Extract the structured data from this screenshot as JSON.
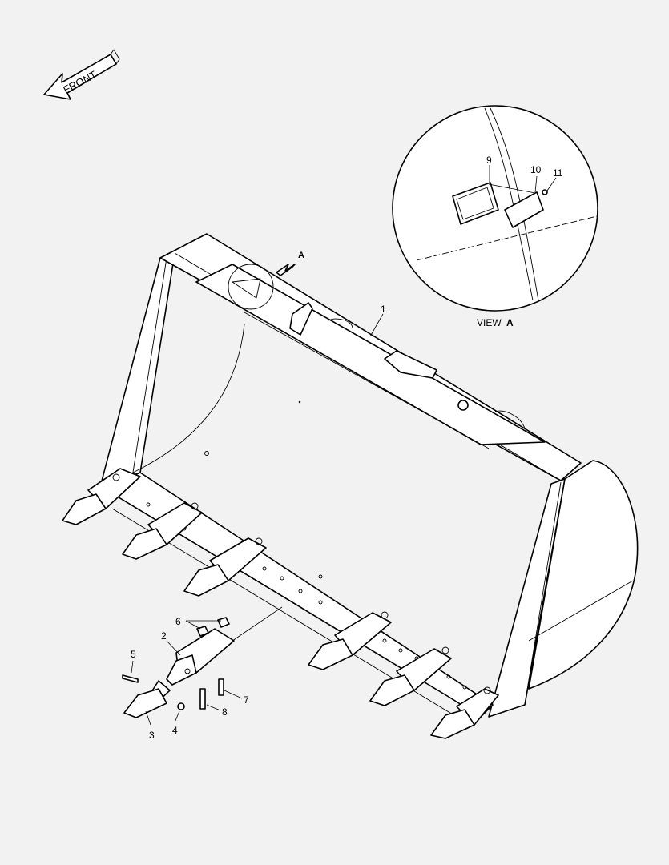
{
  "front_arrow": {
    "label": "FRONT"
  },
  "view_marker": {
    "letter": "A"
  },
  "view_caption": {
    "prefix": "VIEW",
    "letter": "A"
  },
  "callouts": [
    "1",
    "2",
    "3",
    "4",
    "5",
    "6",
    "7",
    "8",
    "9",
    "10",
    "11"
  ]
}
